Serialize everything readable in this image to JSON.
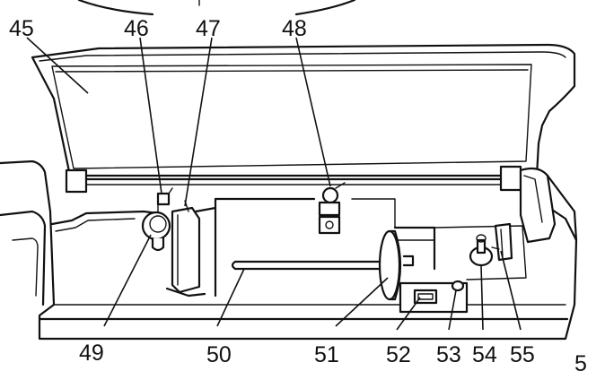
{
  "figure": {
    "callouts": [
      {
        "id": "c45",
        "text": "45"
      },
      {
        "id": "c46",
        "text": "46"
      },
      {
        "id": "c47",
        "text": "47"
      },
      {
        "id": "c48",
        "text": "48"
      },
      {
        "id": "c49",
        "text": "49"
      },
      {
        "id": "c50",
        "text": "50"
      },
      {
        "id": "c51",
        "text": "51"
      },
      {
        "id": "c52",
        "text": "52"
      },
      {
        "id": "c53",
        "text": "53"
      },
      {
        "id": "c54",
        "text": "54"
      },
      {
        "id": "c55",
        "text": "55"
      }
    ],
    "page_number": "5"
  },
  "colors": {
    "ink": "#111111",
    "paper": "#ffffff"
  }
}
